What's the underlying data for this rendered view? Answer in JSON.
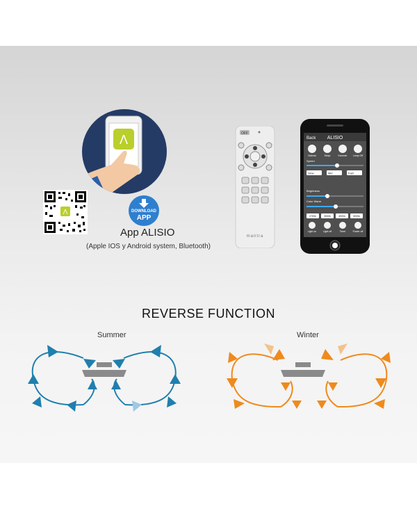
{
  "app": {
    "name": "App ALISIO",
    "subtitle": "(Apple IOS y Android system, Bluetooth)",
    "icon_letter": "Λ",
    "badge_line1": "DOWNLOAD",
    "badge_line2": "APP"
  },
  "remote": {
    "off_label": "OFF",
    "brand": "mantra"
  },
  "mobile_app": {
    "back_label": "Back",
    "title": "ALISIO",
    "mode_labels": [
      "Natural",
      "Sleep",
      "Summer",
      "Lamp Off"
    ],
    "speed_label": "Speed",
    "dropdowns": [
      "Slow",
      "Mid",
      "Fast"
    ],
    "brightness_label": "Brightness",
    "color_temp_label": "Color Warm",
    "temps": [
      "2700k",
      "3000k",
      "4000k",
      "5000k"
    ],
    "bottom_labels": [
      "Light on",
      "Light off",
      "Timer",
      "Power off"
    ]
  },
  "reverse": {
    "title": "REVERSE FUNCTION",
    "summer_label": "Summer",
    "winter_label": "Winter"
  },
  "colors": {
    "background_top": "#d5d5d5",
    "circle_navy": "#243b66",
    "accent_lime": "#b9cf2b",
    "badge_blue": "#2f7fcf",
    "summer_blue": "#1f7fae",
    "summer_light": "#9fc9e2",
    "winter_orange": "#ef8a1c",
    "winter_light": "#f3c28d",
    "fan_gray": "#8a8a8a"
  }
}
